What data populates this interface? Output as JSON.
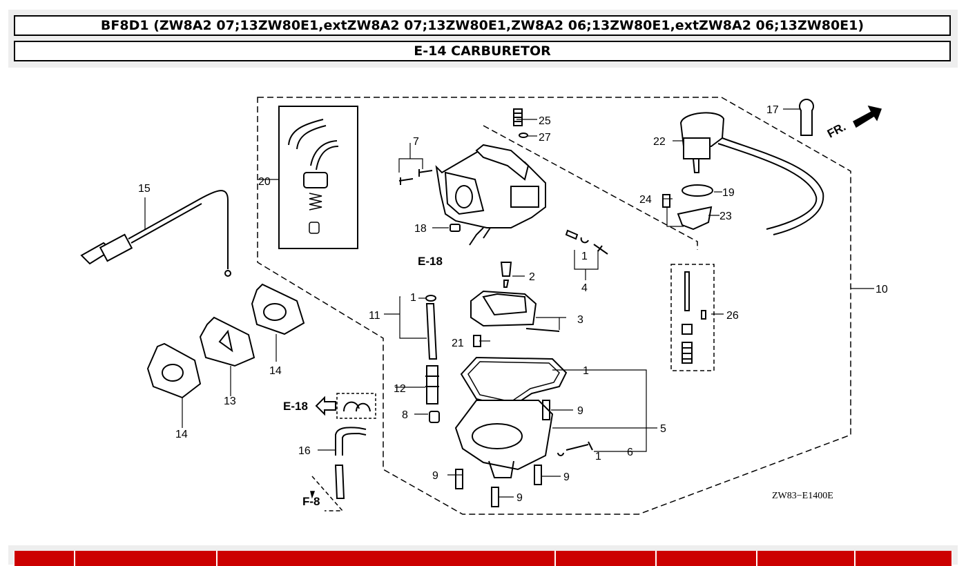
{
  "header": {
    "model": "BF8D1 (ZW8A2 07;13ZW80E1,extZW8A2 07;13ZW80E1,ZW8A2 06;13ZW80E1,extZW8A2 06;13ZW80E1)",
    "section": "E-14 CARBURETOR"
  },
  "diagram": {
    "code": "ZW83−E1400E",
    "direction_label": "FR.",
    "refs": {
      "e18_top": "E-18",
      "e18_left": "E-18",
      "f8": "F-8"
    },
    "callouts": {
      "c1a": "1",
      "c1b": "1",
      "c1c": "1",
      "c1d": "1",
      "c2": "2",
      "c3": "3",
      "c4": "4",
      "c5": "5",
      "c6": "6",
      "c7": "7",
      "c8": "8",
      "c9a": "9",
      "c9b": "9",
      "c9c": "9",
      "c9d": "9",
      "c10": "10",
      "c11": "11",
      "c12": "12",
      "c13": "13",
      "c14a": "14",
      "c14b": "14",
      "c15": "15",
      "c16": "16",
      "c17": "17",
      "c18": "18",
      "c19": "19",
      "c20": "20",
      "c21": "21",
      "c22": "22",
      "c23": "23",
      "c24": "24",
      "c25": "25",
      "c26": "26",
      "c27": "27"
    }
  },
  "parts_table": {
    "accent_color": "#cc0000"
  }
}
